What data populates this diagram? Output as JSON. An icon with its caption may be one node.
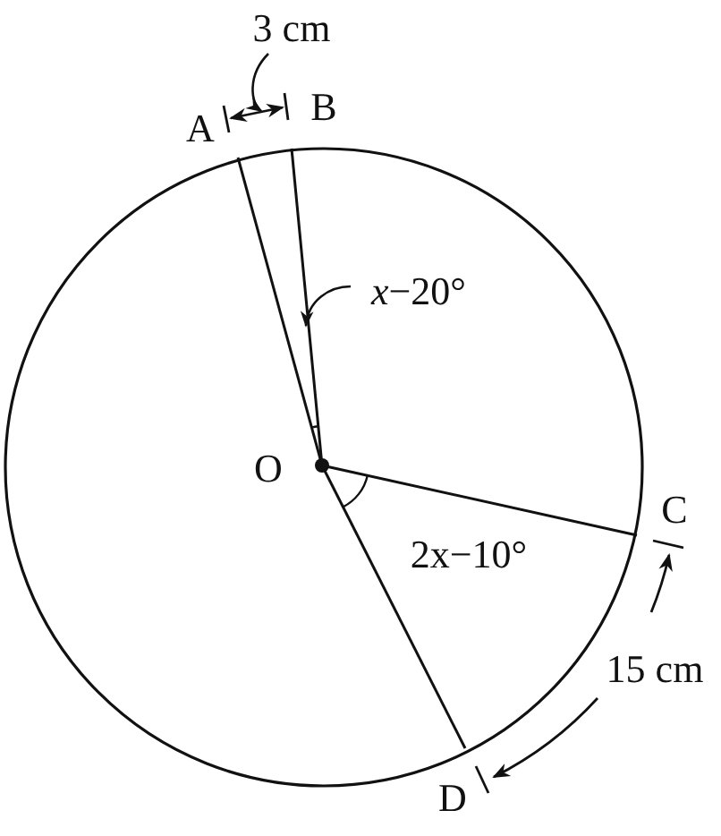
{
  "diagram": {
    "nodes": [
      {
        "text": [
          "3 cm"
        ]
      },
      {
        "text": [
          "*x*−20°"
        ]
      }
    ],
    "edges": [
      {
        "from": 0,
        "to": null,
        "arrow": "to"
      },
      {
        "from": 1,
        "to": null,
        "arrow": "to"
      }
    ],
    "labels": [
      "A",
      "B",
      "O",
      "C",
      "2x−10°",
      "15 cm",
      "D"
    ]
  }
}
